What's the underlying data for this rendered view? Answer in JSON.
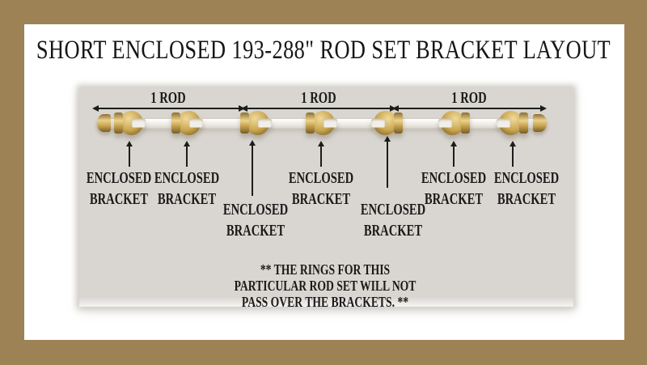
{
  "title": "SHORT ENCLOSED 193-288\" ROD SET BRACKET LAYOUT",
  "diagram": {
    "rod_span_labels": [
      "1 ROD",
      "1 ROD",
      "1 ROD"
    ],
    "bracket_labels": [
      "ENCLOSED BRACKET",
      "ENCLOSED BRACKET",
      "ENCLOSED BRACKET",
      "ENCLOSED BRACKET",
      "ENCLOSED BRACKET",
      "ENCLOSED BRACKET",
      "ENCLOSED BRACKET"
    ],
    "note_lines": [
      "** THE RINGS FOR THIS",
      "PARTICULAR ROD SET WILL NOT",
      "PASS OVER THE BRACKETS. **"
    ],
    "hardware": {
      "rod_count": 3,
      "enclosed_bracket_count": 7,
      "end_cap_count": 2
    },
    "icons": {
      "bracket": "enclosed-bracket-icon",
      "end_cap": "rod-end-cap-icon",
      "up_arrow": "up-arrow-icon",
      "span_arrow": "dimension-arrow-icon"
    }
  },
  "colors": {
    "frame": "#9c8254",
    "panel": "#d9d6d1",
    "text": "#1a1a1a",
    "brass_light": "#ecd38c",
    "brass_mid": "#c8a652",
    "brass_dark": "#7a5d25"
  }
}
